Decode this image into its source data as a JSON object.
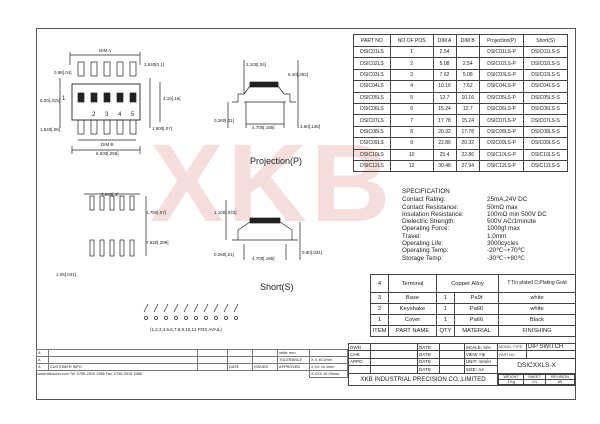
{
  "parts_table": {
    "headers": [
      "PART NO",
      "NO OF POS",
      "DIM A",
      "DIM B",
      "Projection(P)",
      "Short(S)"
    ],
    "rows": [
      [
        "DSIC01LS",
        "1",
        "2.54",
        "",
        "DSIC01LS-P",
        "DSIC01LS-S"
      ],
      [
        "DSIC02LS",
        "2",
        "5.08",
        "2.54",
        "DSIC02LS-P",
        "DSIC02LS-S"
      ],
      [
        "DSIC03LS",
        "3",
        "7.62",
        "5.08",
        "DSIC03LS-P",
        "DSIC03LS-S"
      ],
      [
        "DSIC04LS",
        "4",
        "10.16",
        "7.62",
        "DSIC04LS-P",
        "DSIC04LS-S"
      ],
      [
        "DSIC05LS",
        "5",
        "12.7",
        "10.16",
        "DSIC05LS-P",
        "DSIC05LS-S"
      ],
      [
        "DSIC06LS",
        "6",
        "15.24",
        "12.7",
        "DSIC06LS-P",
        "DSIC06LS-S"
      ],
      [
        "DSIC07LS",
        "7",
        "17.78",
        "15.24",
        "DSIC07LS-P",
        "DSIC07LS-S"
      ],
      [
        "DSIC08LS",
        "8",
        "20.32",
        "17.78",
        "DSIC08LS-P",
        "DSIC08LS-S"
      ],
      [
        "DSIC09LS",
        "9",
        "22.86",
        "20.32",
        "DSIC09LS-P",
        "DSIC09LS-S"
      ],
      [
        "DSIC10LS",
        "10",
        "25.4",
        "22.86",
        "DSIC10LS-P",
        "DSIC10LS-S"
      ],
      [
        "DSIC12LS",
        "12",
        "30.48",
        "27.94",
        "DSIC12LS-P",
        "DSIC12LS-S"
      ]
    ]
  },
  "drawing": {
    "watermark": "XKB",
    "projection_title": "Projection(P)",
    "short_title": "Short(S)",
    "dims": {
      "dim_a": "DIM A",
      "dim_b": "DIM B",
      "d_2540": "2.540[0.1]",
      "d_098": "0.98[.04]",
      "d_800": "8.00[.315]",
      "d_1540": "1.540[.06]",
      "d_6500": "6.500[.255]",
      "d_410": "4.10[.16]",
      "d_1900": "1.900[.07]",
      "d_1100": "1.100[.04]",
      "d_6400": "6.40[.252]",
      "d_0260": "0.260[.01]",
      "d_4700": "4.700[.185]",
      "d_3500": "3.50[.138]",
      "d_7640": "7.640[.3]",
      "d_1750": "1.750[.07]",
      "d_7620": "7.620[.299]",
      "d_1050": "1.05[.041]",
      "d_s_1100": "1.100[.043]",
      "d_s_0260": "0.260[.01]",
      "d_s_4700": "4.700[.185]",
      "d_s_0800": "0.80[.031]"
    },
    "pin_numbers": [
      "1",
      "2",
      "3",
      "4",
      "5"
    ],
    "pos_note": "(1,2,3,4,5,6,7,8,9,10,12 POS AVAIL)"
  },
  "spec": {
    "heading": "SPECIFICATION",
    "rows": [
      {
        "k": "Contact Rating:",
        "v": "25mA,24V DC"
      },
      {
        "k": "Contact Resistance:",
        "v": "50mΩ max"
      },
      {
        "k": "Insulation Resistance:",
        "v": "100mΩ min 500V DC"
      },
      {
        "k": "Dielectric Strength:",
        "v": "500V AC/1minute"
      },
      {
        "k": "Operating Force:",
        "v": "1000gf max"
      },
      {
        "k": "Travel:",
        "v": "1.0mm"
      },
      {
        "k": "Operating Life:",
        "v": "3000cycles"
      },
      {
        "k": "Operating Temp:",
        "v": "-20℃~+70℃"
      },
      {
        "k": "Storage Temp:",
        "v": "-30℃~+80℃"
      }
    ]
  },
  "bom": {
    "rows": [
      [
        "4",
        "Terminal",
        "Copper Alloy",
        "T:Tin plated C:Plating Gold"
      ],
      [
        "3",
        "Base",
        "1",
        "Pa9t",
        "white"
      ],
      [
        "2",
        "Keyshake",
        "1",
        "Pa66",
        "white"
      ],
      [
        "1",
        "Cover",
        "1",
        "Pa66",
        "Black"
      ]
    ],
    "header": [
      "ITEM",
      "PART NAME",
      "QTY",
      "MATERIAL",
      "FINISHING"
    ]
  },
  "title_block": {
    "dwn": "DWN",
    "chk": "CHK",
    "appd": "APPD",
    "date": "DATE",
    "scale": "SCALE: N/A",
    "view": "VIEW",
    "unit": "UNIT: mm/in",
    "size": "SIZE: A4",
    "model_type_label": "MODEL TYPE",
    "model_type": "DIP SWITCH",
    "part_no_label": "PART NO",
    "part_no": "DSICXXLS-X",
    "company": "XKB INDUSTRIAL PRECISION CO.,LIMITED",
    "weight_label": "WEIGHT",
    "weight": "1.Kg",
    "sheet_label": "SHEET",
    "sheet": "1/1",
    "revision_label": "REVISION",
    "revision": "A5"
  },
  "rev_block": {
    "rows": [
      [
        "A",
        "",
        "",
        "",
        "",
        "",
        "",
        "",
        ""
      ],
      [
        "A",
        "",
        "",
        "",
        "",
        "",
        "",
        "",
        ""
      ],
      [
        "A",
        "CUSTOMER INFO",
        "",
        "DATE",
        "ISSUED",
        "APPROVED",
        "",
        "",
        ""
      ]
    ],
    "tol_title": "TOLERANCE",
    "tol": [
      "X.X ±0.2mm",
      "X.XX ±0.1mm",
      "X.XXX ±0.05mm"
    ],
    "units": "units: mm",
    "footer_url": "www.xkbconn.com   Tel: 0755-2915 1988   Fax: 0755-2915 1988"
  }
}
